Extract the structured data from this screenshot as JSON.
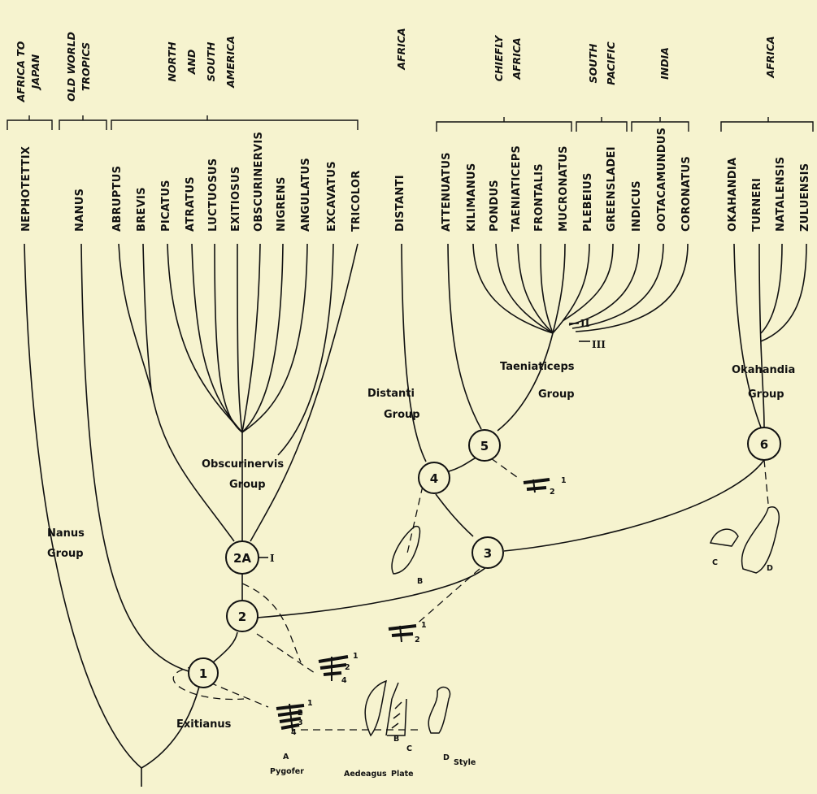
{
  "regions": {
    "africa_japan": [
      "AFRICA TO",
      "JAPAN"
    ],
    "old_world": [
      "OLD WORLD",
      "TROPICS"
    ],
    "americas": [
      "NORTH",
      "AND",
      "SOUTH",
      "AMERICA"
    ],
    "africa1": [
      "AFRICA"
    ],
    "chiefly_africa": [
      "CHIEFLY",
      "AFRICA"
    ],
    "south_pacific": [
      "SOUTH",
      "PACIFIC"
    ],
    "india": [
      "INDIA"
    ],
    "africa2": [
      "AFRICA"
    ]
  },
  "taxa": {
    "nephotettix": "NEPHOTETTIX",
    "nanus": "NANUS",
    "abruptus": "ABRUPTUS",
    "brevis": "BREVIS",
    "picatus": "PICATUS",
    "atratus": "ATRATUS",
    "luctuosus": "LUCTUOSUS",
    "exitiosus": "EXITIOSUS",
    "obscurinervis": "OBSCURINERVIS",
    "nigrens": "NIGRENS",
    "angulatus": "ANGULATUS",
    "excavatus": "EXCAVATUS",
    "tricolor": "TRICOLOR",
    "distanti": "DISTANTI",
    "attenuatus": "ATTENUATUS",
    "kilimanus": "KILIMANUS",
    "pondus": "PONDUS",
    "taeniaticeps": "TAENIATICEPS",
    "frontalis": "FRONTALIS",
    "mucronatus": "MUCRONATUS",
    "plebeius": "PLEBEIUS",
    "greensladei": "GREENSLADEI",
    "indicus": "INDICUS",
    "ootacamundus": "OOTACAMUNDUS",
    "coronatus": "CORONATUS",
    "okahandia": "OKAHANDIA",
    "turneri": "TURNERI",
    "natalensis": "NATALENSIS",
    "zuluensis": "ZULUENSIS"
  },
  "groups": {
    "nanus": [
      "Nanus",
      "Group"
    ],
    "obscurinervis": [
      "Obscurinervis",
      "Group"
    ],
    "distanti": [
      "Distanti",
      "Group"
    ],
    "taeniaticeps": [
      "Taeniaticeps",
      "Group"
    ],
    "okahandia": [
      "Okahandia",
      "Group"
    ],
    "exitianus": "Exitianus"
  },
  "nodes": {
    "n1": "1",
    "n2": "2",
    "n2a": "2A",
    "n3": "3",
    "n4": "4",
    "n5": "5",
    "n6": "6"
  },
  "roman": {
    "I": "I",
    "II": "II",
    "III": "III"
  },
  "figure_labels": {
    "A": "A",
    "B": "B",
    "C": "C",
    "D": "D",
    "pygofer": "Pygofer",
    "aedeagus": "Aedeagus",
    "plate": "Plate",
    "style": "Style"
  },
  "digits": {
    "d1": "1",
    "d2": "2",
    "d3": "3",
    "d4": "4"
  }
}
